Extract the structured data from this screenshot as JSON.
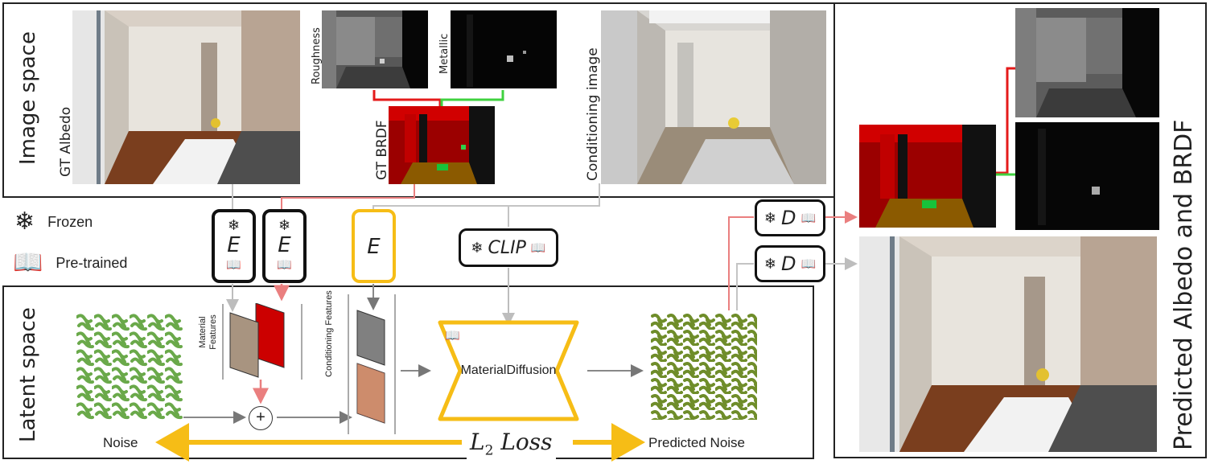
{
  "panels": {
    "image_space": "Image space",
    "latent_space": "Latent space",
    "predicted": "Predicted Albedo and BRDF"
  },
  "labels": {
    "gt_albedo": "GT Albedo",
    "roughness": "Roughness",
    "metallic": "Metallic",
    "gt_brdf": "GT BRDF",
    "conditioning_image": "Conditioning image",
    "material_features": "Material Features",
    "conditioning_features": "Conditioning Features",
    "material_diffusion": "MaterialDiffusion",
    "noise": "Noise",
    "predicted_noise": "Predicted Noise",
    "loss_main": "L",
    "loss_sub": "2",
    "loss_word": "Loss"
  },
  "legend": {
    "frozen": "Frozen",
    "pretrained": "Pre-trained"
  },
  "modules": {
    "encoder": "E",
    "decoder": "D",
    "clip": "CLIP"
  },
  "icons": {
    "frozen": "snowflake-icon",
    "pretrained": "open-book-icon"
  },
  "colors": {
    "accent": "#f6bd16",
    "red": "#e41a1a",
    "green": "#3fd23f",
    "salmon": "#ea7f7f",
    "gray_line": "#c4c4c4",
    "noise_green": "#6aa94a",
    "noise_olive": "#6f8d2a"
  }
}
